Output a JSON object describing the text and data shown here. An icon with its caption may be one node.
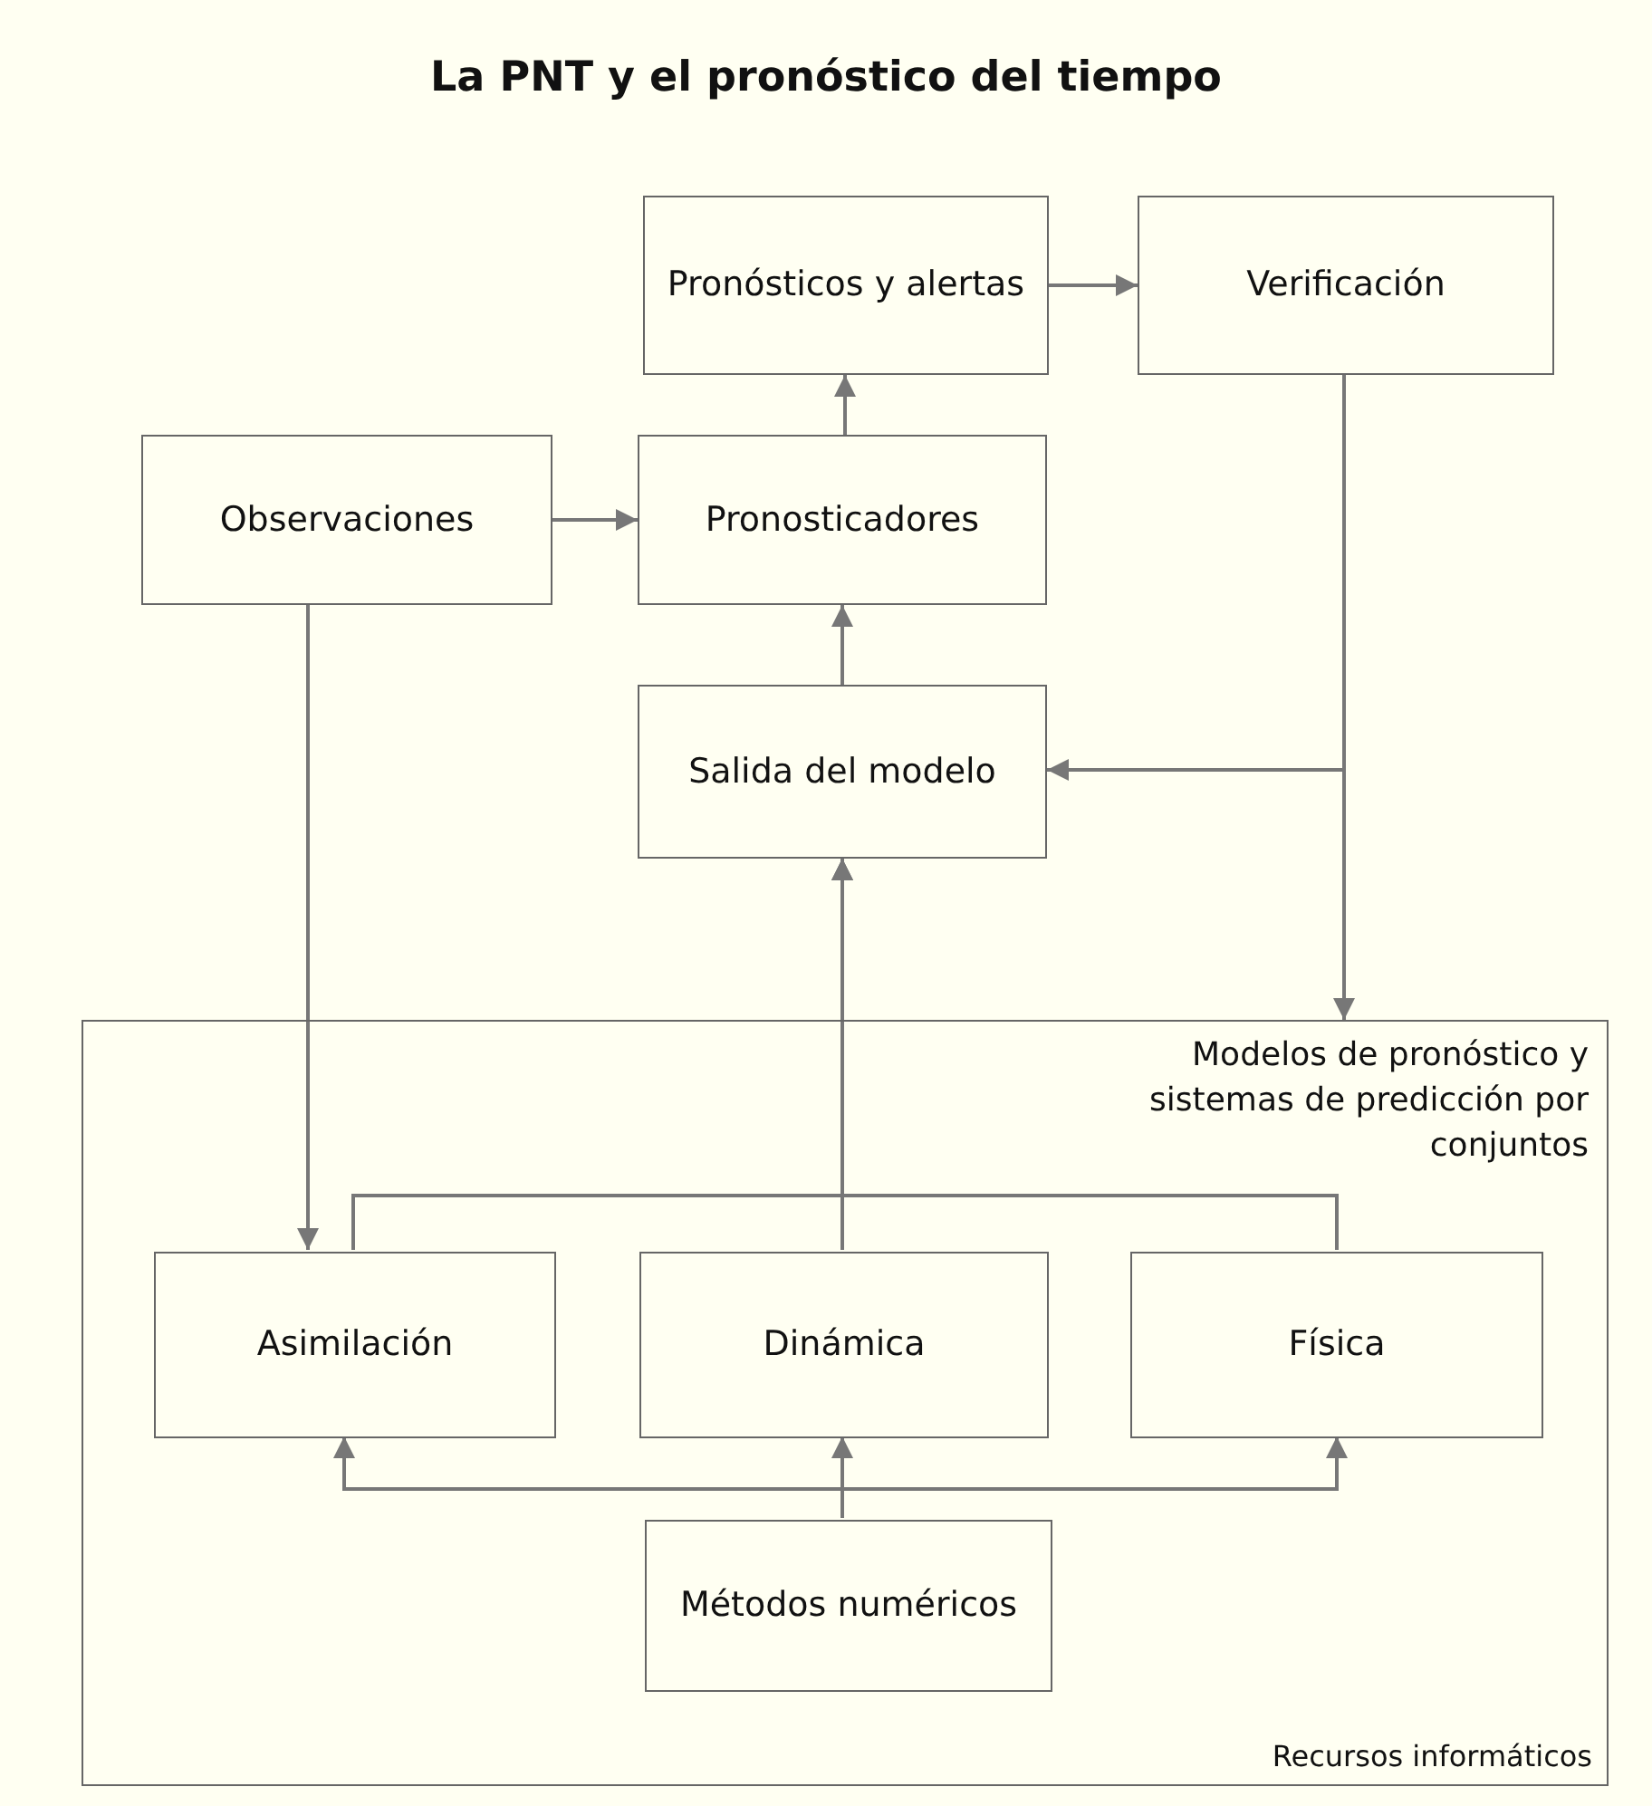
{
  "diagram": {
    "title": "La PNT y el pronóstico del tiempo",
    "nodes": [
      {
        "text": [
          "Pronósticos y alertas"
        ]
      },
      {
        "text": [
          "Verificación"
        ]
      },
      {
        "text": [
          "Observaciones"
        ]
      },
      {
        "text": [
          "Pronosticadores"
        ]
      },
      {
        "text": [
          "Salida del modelo"
        ]
      },
      {
        "text": [
          "Modelos de pronóstico y sistemas de predicción por conjuntos",
          "Recursos informáticos"
        ]
      },
      {
        "text": [
          "Asimilación"
        ],
        "in": 5
      },
      {
        "text": [
          "Dinámica"
        ],
        "in": 5
      },
      {
        "text": [
          "Física"
        ],
        "in": 5
      },
      {
        "text": [
          "Métodos numéricos"
        ],
        "in": 5
      }
    ],
    "edges": [
      {
        "from": 0,
        "to": 1,
        "arrow": "to"
      },
      {
        "from": 2,
        "to": 3,
        "arrow": "to"
      },
      {
        "from": 3,
        "to": 0,
        "arrow": "to"
      },
      {
        "from": 4,
        "to": 3,
        "arrow": "to"
      },
      {
        "from": 1,
        "to": 4,
        "arrow": "to"
      },
      {
        "from": 1,
        "to": 5,
        "arrow": "to"
      },
      {
        "from": 2,
        "to": 6,
        "arrow": "to"
      },
      {
        "from": 6,
        "to": 4,
        "arrow": "to"
      },
      {
        "from": 7,
        "to": 4,
        "arrow": "to"
      },
      {
        "from": 8,
        "to": 4,
        "arrow": "to"
      },
      {
        "from": 9,
        "to": 6,
        "arrow": "to"
      },
      {
        "from": 9,
        "to": 7,
        "arrow": "to"
      },
      {
        "from": 9,
        "to": 8,
        "arrow": "to"
      }
    ]
  }
}
